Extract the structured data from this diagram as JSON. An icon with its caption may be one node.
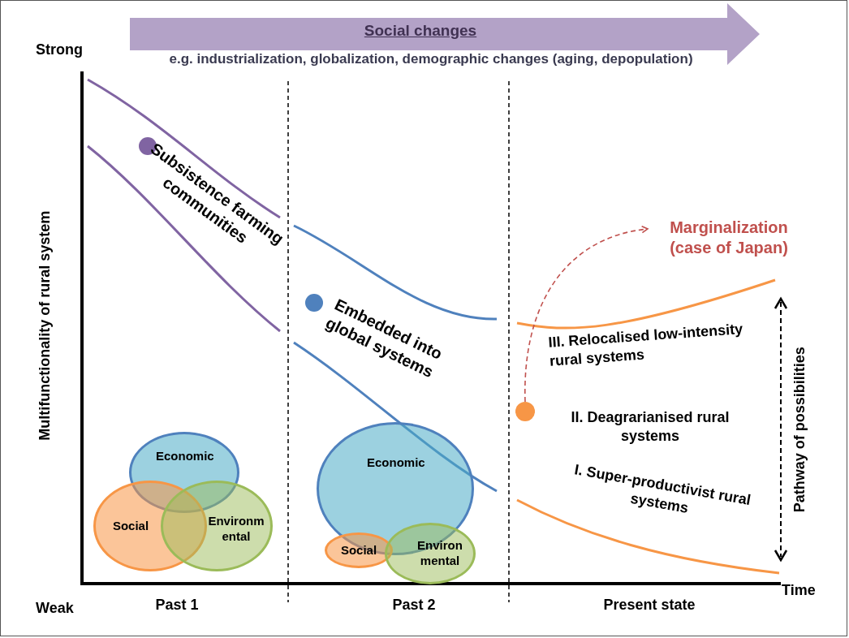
{
  "diagram": {
    "nodes": [
      {
        "text": [
          "Social changes",
          "e.g. industrialization, globalization, demographic changes (aging, depopulation)"
        ]
      },
      {
        "text": [],
        "shape": "circle"
      },
      {
        "text": [],
        "shape": "circle"
      },
      {
        "text": [],
        "shape": "circle"
      },
      {
        "text": [
          "Marginalization (case of Japan)"
        ]
      },
      {
        "text": [
          "Economic"
        ]
      },
      {
        "text": [
          "Social"
        ]
      },
      {
        "text": [
          "Environm ental"
        ]
      },
      {
        "text": [
          "Economic"
        ]
      },
      {
        "text": [
          "Social"
        ]
      },
      {
        "text": [
          "Environ mental"
        ]
      }
    ],
    "edges": [
      {
        "from": 3,
        "to": 4,
        "arrow": "to",
        "style": "dashed",
        "color": "#c0504d"
      }
    ],
    "labels": [
      "Strong",
      "Multifunctionality of rural system",
      "Subsistence farming communities",
      "Embedded into global systems",
      "III. Relocalised low-intensity rural systems",
      "II. Deagrarianised rural systems",
      "I. Super-productivist rural systems",
      "Pathway of possibilities",
      "Weak",
      "Past 1",
      "Past 2",
      "Present state",
      "Time"
    ]
  }
}
